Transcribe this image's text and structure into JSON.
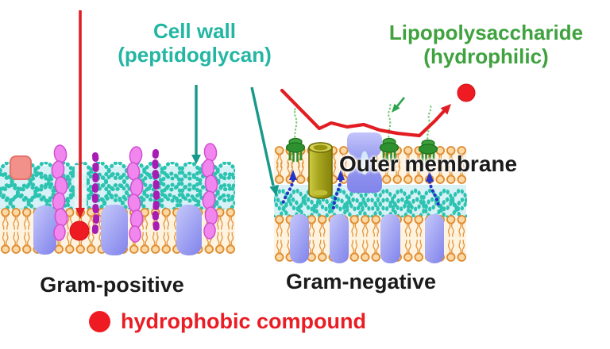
{
  "labels": {
    "cell_wall": {
      "line1": "Cell wall",
      "line2": "(peptidoglycan)",
      "color": "#22b6a3"
    },
    "lipopolysaccharide": {
      "line1": "Lipopolysaccharide",
      "line2": "(hydrophilic)",
      "color": "#3fa23f"
    },
    "outer_membrane": {
      "text": "Outer membrane",
      "color": "#1b1b1b"
    },
    "gram_positive": {
      "text": "Gram-positive",
      "color": "#1b1b1b"
    },
    "gram_negative": {
      "text": "Gram-negative",
      "color": "#1b1b1b"
    }
  },
  "legend": {
    "marker": "red-circle",
    "marker_color": "#ee1b22",
    "text": "hydrophobic compound",
    "color": "#ea1c24"
  },
  "diagram": {
    "type": "biology-schematic",
    "subject": "Bacterial cell envelope: Gram-positive vs Gram-negative",
    "gram_positive": {
      "parts": [
        {
          "name": "thick-peptidoglycan-wall",
          "desc": "braided teal strands on pale cyan band",
          "color": "#2cc3b1"
        },
        {
          "name": "teichoic-acid-chain",
          "count": 3,
          "color": "#f186ef"
        },
        {
          "name": "lipoteichoic-acid-chain",
          "count": 2,
          "color": "#a81cb4"
        },
        {
          "name": "surface-protein-square",
          "count": 1,
          "color": "#f29189"
        },
        {
          "name": "cytoplasmic-membrane-bilayer",
          "head_color": "#de8a2e",
          "interior_color": "#fdf3df"
        },
        {
          "name": "membrane-protein",
          "count": 3,
          "color": "#9194ee"
        },
        {
          "name": "hydrophobic-compound-circle",
          "count": 1,
          "color": "#ee1b22"
        }
      ]
    },
    "gram_negative": {
      "parts": [
        {
          "name": "lipopolysaccharide-molecule",
          "count": 3,
          "anchor_color": "#2f9030",
          "chain_color": "#7ccb7c"
        },
        {
          "name": "outer-membrane-bilayer",
          "head_color": "#de8a2e",
          "interior_color": "#fdf3df"
        },
        {
          "name": "porin-hourglass-protein",
          "count": 1,
          "color": "#989bf0"
        },
        {
          "name": "membrane-channel-cylinder",
          "count": 1,
          "color": "#a9a71e"
        },
        {
          "name": "lipoprotein-chain",
          "count": 3,
          "color": "#2433c8"
        },
        {
          "name": "thin-peptidoglycan-layer",
          "color": "#2cc3b1"
        },
        {
          "name": "inner-membrane-bilayer",
          "protein_count": 4,
          "protein_color": "#9194ee"
        },
        {
          "name": "hydrophobic-compound-circle",
          "count": 1,
          "color": "#ee1b22"
        }
      ]
    },
    "arrows": [
      {
        "name": "red-down-arrow-into-gram-positive",
        "color": "#e11d23"
      },
      {
        "name": "teal-arrow-to-gram-positive-wall",
        "color": "#18988a"
      },
      {
        "name": "teal-arrow-to-gram-negative-wall",
        "color": "#18988a"
      },
      {
        "name": "red-deflected-path-over-gram-negative",
        "color": "#e11d23"
      },
      {
        "name": "green-arrow-to-lps-chain",
        "color": "#2ea44f"
      }
    ]
  }
}
